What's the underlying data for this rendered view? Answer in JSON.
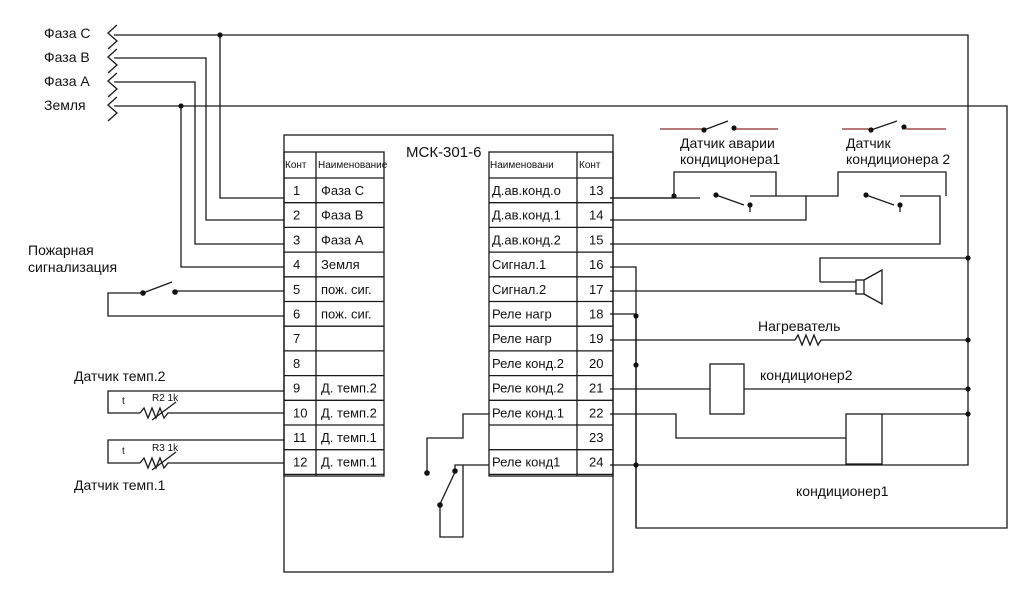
{
  "phases": {
    "c": "Фаза С",
    "b": "Фаза В",
    "a": "Фаза А",
    "ground": "Земля"
  },
  "block_title": "МСК-301-6",
  "left_header": {
    "num": "Конт",
    "name": "Наименование"
  },
  "right_header": {
    "name": "Наименовани",
    "num": "Конт"
  },
  "left_terminals": [
    {
      "num": "1",
      "name": "Фаза С"
    },
    {
      "num": "2",
      "name": "Фаза В"
    },
    {
      "num": "3",
      "name": "Фаза А"
    },
    {
      "num": "4",
      "name": "Земля"
    },
    {
      "num": "5",
      "name": "пож. сиг."
    },
    {
      "num": "6",
      "name": "пож. сиг."
    },
    {
      "num": "7",
      "name": ""
    },
    {
      "num": "8",
      "name": ""
    },
    {
      "num": "9",
      "name": "Д. темп.2"
    },
    {
      "num": "10",
      "name": "Д. темп.2"
    },
    {
      "num": "11",
      "name": "Д. темп.1"
    },
    {
      "num": "12",
      "name": "Д. темп.1"
    }
  ],
  "right_terminals": [
    {
      "num": "13",
      "name": "Д.ав.конд.о"
    },
    {
      "num": "14",
      "name": "Д.ав.конд.1"
    },
    {
      "num": "15",
      "name": "Д.ав.конд.2"
    },
    {
      "num": "16",
      "name": "Сигнал.1"
    },
    {
      "num": "17",
      "name": "Сигнал.2"
    },
    {
      "num": "18",
      "name": "Реле нагр"
    },
    {
      "num": "19",
      "name": "Реле нагр"
    },
    {
      "num": "20",
      "name": "Реле конд.2"
    },
    {
      "num": "21",
      "name": "Реле конд.2"
    },
    {
      "num": "22",
      "name": "Реле конд.1"
    },
    {
      "num": "23",
      "name": ""
    },
    {
      "num": "24",
      "name": "Реле конд1"
    }
  ],
  "labels": {
    "fire_alarm_1": "Пожарная",
    "fire_alarm_2": "сигнализация",
    "temp_sensor_2": "Датчик темп.2",
    "temp_sensor_1": "Датчик темп.1",
    "r2": "R2 1k",
    "r3": "R3 1k",
    "t_mark": "t",
    "sensor_ac1_1": "Датчик аварии",
    "sensor_ac1_2": "кондиционера1",
    "sensor_ac2_1": "Датчик",
    "sensor_ac2_2": "кондиционера 2",
    "heater": "Нагреватель",
    "ac2": "кондиционер2",
    "ac1": "кондиционер1"
  }
}
